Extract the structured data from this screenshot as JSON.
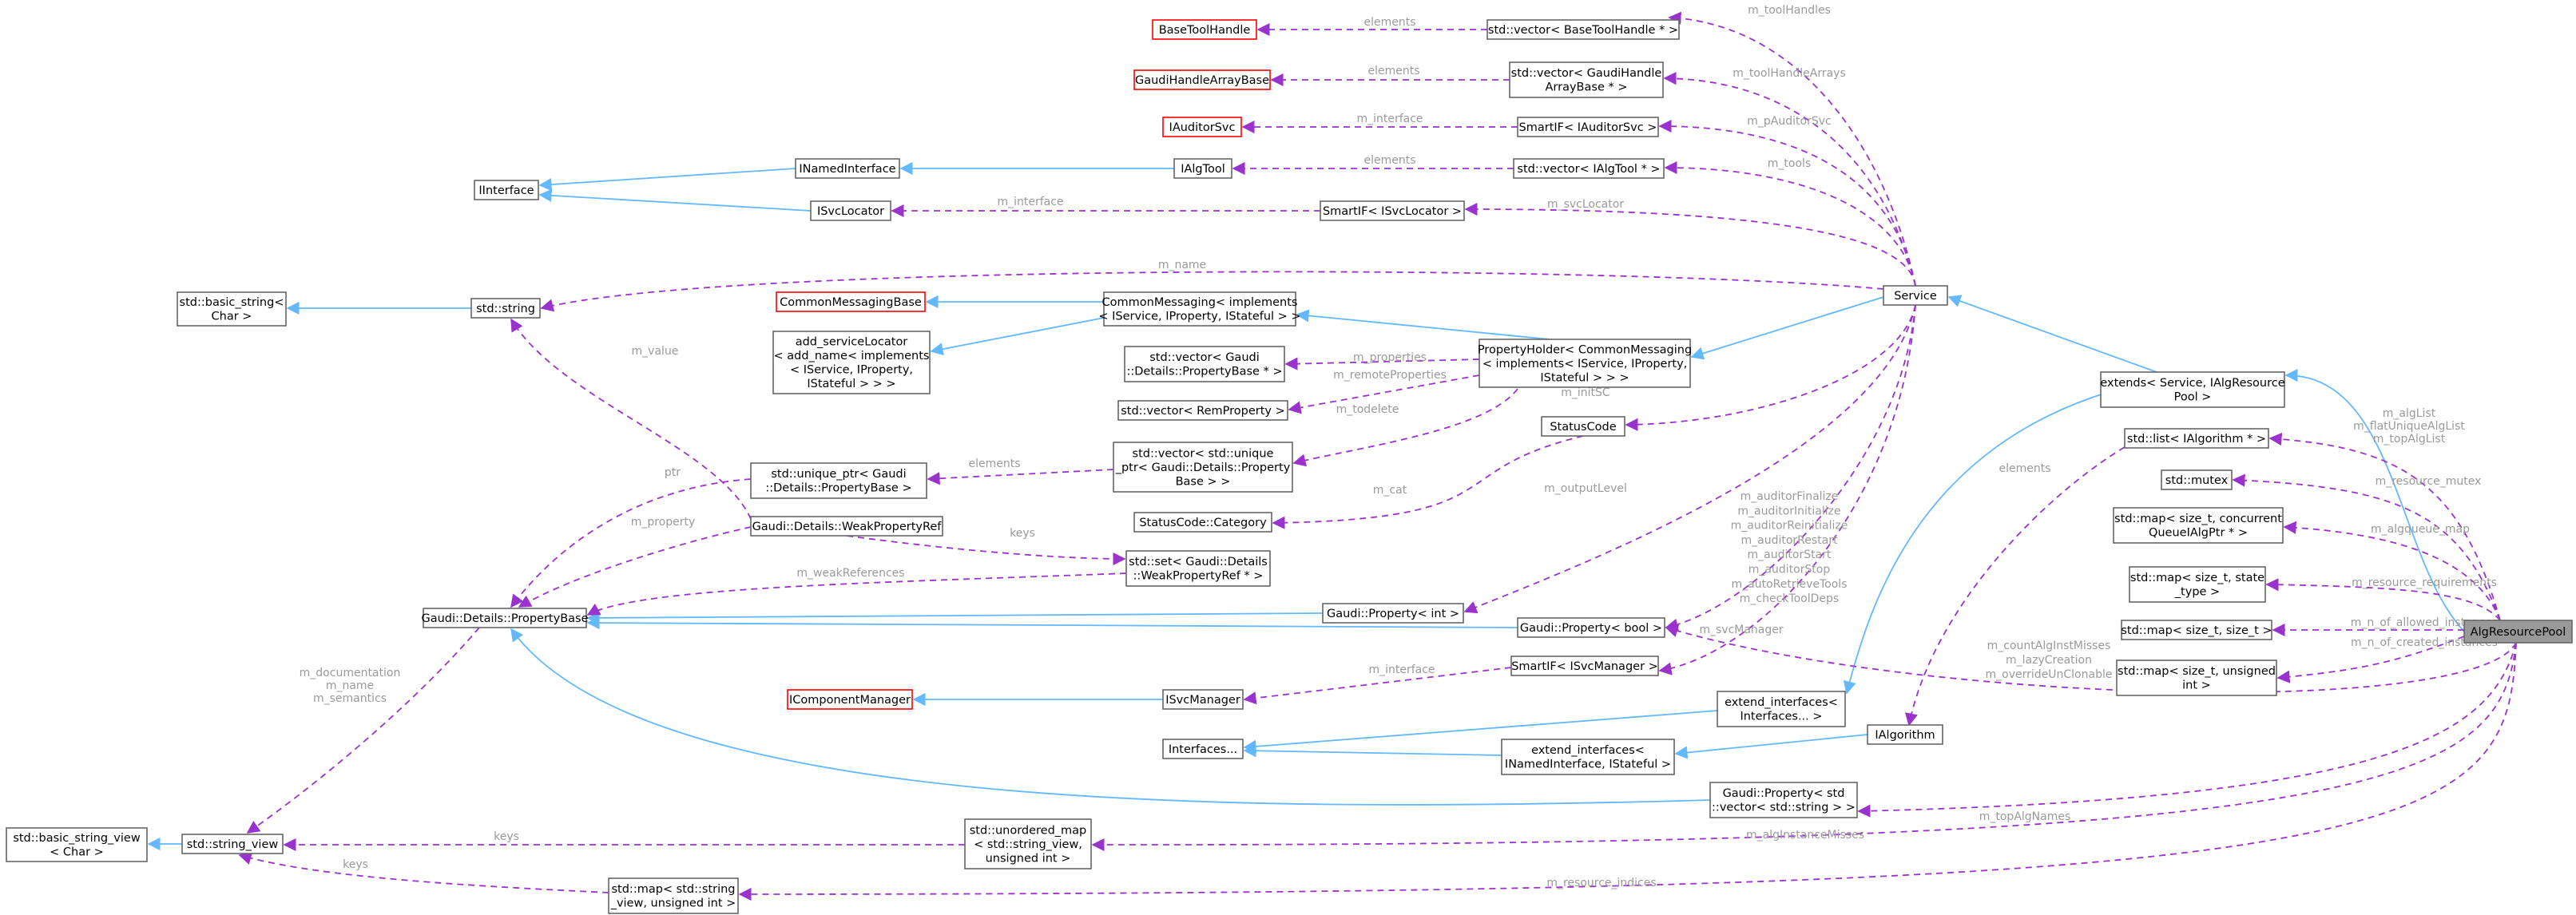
{
  "diagram": {
    "nodes": [
      {
        "id": "AlgResourcePool",
        "lines": [
          "AlgResourcePool"
        ],
        "style": "gray",
        "interactable": false
      },
      {
        "id": "extends",
        "lines": [
          "extends< Service, IAlgResource",
          "Pool >"
        ],
        "style": "normal"
      },
      {
        "id": "Service",
        "lines": [
          "Service"
        ],
        "style": "normal"
      },
      {
        "id": "CommonMessaging",
        "lines": [
          "CommonMessaging< implements",
          "< IService, IProperty, IStateful > >"
        ],
        "style": "normal"
      },
      {
        "id": "CommonMessagingBase",
        "lines": [
          "CommonMessagingBase"
        ],
        "style": "red"
      },
      {
        "id": "add_serviceLocator",
        "lines": [
          "add_serviceLocator",
          "< add_name< implements",
          "< IService, IProperty,",
          "IStateful > > >"
        ],
        "style": "normal"
      },
      {
        "id": "PropertyHolder",
        "lines": [
          "PropertyHolder< CommonMessaging",
          "< implements< IService, IProperty,",
          "IStateful > > >"
        ],
        "style": "normal"
      },
      {
        "id": "vecToolHandle",
        "lines": [
          "std::vector< BaseToolHandle * >"
        ],
        "style": "normal"
      },
      {
        "id": "BaseToolHandle",
        "lines": [
          "BaseToolHandle"
        ],
        "style": "red"
      },
      {
        "id": "vecGaudiHandleArray",
        "lines": [
          "std::vector< GaudiHandle",
          "ArrayBase * >"
        ],
        "style": "normal"
      },
      {
        "id": "GaudiHandleArrayBase",
        "lines": [
          "GaudiHandleArrayBase"
        ],
        "style": "red"
      },
      {
        "id": "SmartIFAuditor",
        "lines": [
          "SmartIF< IAuditorSvc >"
        ],
        "style": "normal"
      },
      {
        "id": "IAuditorSvc",
        "lines": [
          "IAuditorSvc"
        ],
        "style": "red"
      },
      {
        "id": "vecAlgTool",
        "lines": [
          "std::vector< IAlgTool * >"
        ],
        "style": "normal"
      },
      {
        "id": "IAlgTool",
        "lines": [
          "IAlgTool"
        ],
        "style": "normal"
      },
      {
        "id": "INamedInterface",
        "lines": [
          "INamedInterface"
        ],
        "style": "normal"
      },
      {
        "id": "IInterface",
        "lines": [
          "IInterface"
        ],
        "style": "normal"
      },
      {
        "id": "ISvcLocator",
        "lines": [
          "ISvcLocator"
        ],
        "style": "normal"
      },
      {
        "id": "SmartIFSvcLocator",
        "lines": [
          "SmartIF< ISvcLocator >"
        ],
        "style": "normal"
      },
      {
        "id": "stdstring",
        "lines": [
          "std::string"
        ],
        "style": "normal"
      },
      {
        "id": "basicstring",
        "lines": [
          "std::basic_string<",
          "Char >"
        ],
        "style": "normal"
      },
      {
        "id": "vecPropBase",
        "lines": [
          "std::vector< Gaudi",
          "::Details::PropertyBase * >"
        ],
        "style": "normal"
      },
      {
        "id": "vecRemProperty",
        "lines": [
          "std::vector< RemProperty >"
        ],
        "style": "normal"
      },
      {
        "id": "vecUniquePtr",
        "lines": [
          "std::vector< std::unique",
          "_ptr< Gaudi::Details::Property",
          "Base > >"
        ],
        "style": "normal"
      },
      {
        "id": "uniquePtr",
        "lines": [
          "std::unique_ptr< Gaudi",
          "::Details::PropertyBase >"
        ],
        "style": "normal"
      },
      {
        "id": "WeakPropertyRef",
        "lines": [
          "Gaudi::Details::WeakPropertyRef"
        ],
        "style": "normal"
      },
      {
        "id": "setWeak",
        "lines": [
          "std::set< Gaudi::Details",
          "::WeakPropertyRef * >"
        ],
        "style": "normal"
      },
      {
        "id": "PropertyBase",
        "lines": [
          "Gaudi::Details::PropertyBase"
        ],
        "style": "normal"
      },
      {
        "id": "StatusCode",
        "lines": [
          "StatusCode"
        ],
        "style": "normal"
      },
      {
        "id": "StatusCodeCategory",
        "lines": [
          "StatusCode::Category"
        ],
        "style": "normal"
      },
      {
        "id": "PropertyInt",
        "lines": [
          "Gaudi::Property< int >"
        ],
        "style": "normal"
      },
      {
        "id": "PropertyBool",
        "lines": [
          "Gaudi::Property< bool >"
        ],
        "style": "normal"
      },
      {
        "id": "SmartIFSvcManager",
        "lines": [
          "SmartIF< ISvcManager >"
        ],
        "style": "normal"
      },
      {
        "id": "ISvcManager",
        "lines": [
          "ISvcManager"
        ],
        "style": "normal"
      },
      {
        "id": "IComponentManager",
        "lines": [
          "IComponentManager"
        ],
        "style": "red"
      },
      {
        "id": "extendInterfaces",
        "lines": [
          "extend_interfaces<",
          "Interfaces... >"
        ],
        "style": "normal"
      },
      {
        "id": "Interfaces",
        "lines": [
          "Interfaces..."
        ],
        "style": "normal"
      },
      {
        "id": "extendINamed",
        "lines": [
          "extend_interfaces<",
          "INamedInterface, IStateful >"
        ],
        "style": "normal"
      },
      {
        "id": "IAlgorithm",
        "lines": [
          "IAlgorithm"
        ],
        "style": "normal"
      },
      {
        "id": "PropertyVecString",
        "lines": [
          "Gaudi::Property< std",
          "::vector< std::string > >"
        ],
        "style": "normal"
      },
      {
        "id": "stringView",
        "lines": [
          "std::string_view"
        ],
        "style": "normal"
      },
      {
        "id": "basicStringView",
        "lines": [
          "std::basic_string_view",
          "< Char >"
        ],
        "style": "normal"
      },
      {
        "id": "unorderedMap",
        "lines": [
          "std::unordered_map",
          "< std::string_view,",
          "unsigned int >"
        ],
        "style": "normal"
      },
      {
        "id": "mapStringView",
        "lines": [
          "std::map< std::string",
          "_view, unsigned int >"
        ],
        "style": "normal"
      },
      {
        "id": "listIAlgorithm",
        "lines": [
          "std::list< IAlgorithm * >"
        ],
        "style": "normal"
      },
      {
        "id": "mutex",
        "lines": [
          "std::mutex"
        ],
        "style": "normal"
      },
      {
        "id": "mapConcurrentQueue",
        "lines": [
          "std::map< size_t, concurrent",
          "QueueIAlgPtr * >"
        ],
        "style": "normal"
      },
      {
        "id": "mapStateType",
        "lines": [
          "std::map< size_t, state",
          "_type >"
        ],
        "style": "normal"
      },
      {
        "id": "mapSizeSize",
        "lines": [
          "std::map< size_t, size_t >"
        ],
        "style": "normal"
      },
      {
        "id": "mapUnsigned",
        "lines": [
          "std::map< size_t, unsigned",
          "int >"
        ],
        "style": "normal"
      }
    ],
    "edge_labels": {
      "elements": "elements",
      "m_interface": "m_interface",
      "m_toolHandles": "m_toolHandles",
      "m_toolHandleArrays": "m_toolHandleArrays",
      "m_pAuditorSvc": "m_pAuditorSvc",
      "m_tools": "m_tools",
      "m_svcLocator": "m_svcLocator",
      "m_name": "m_name",
      "m_value": "m_value",
      "m_properties": "m_properties",
      "m_remoteProperties": "m_remoteProperties",
      "m_todelete": "m_todelete",
      "m_initSC": "m_initSC",
      "ptr": "ptr",
      "m_property": "m_property",
      "keys": "keys",
      "m_weakReferences": "m_weakReferences",
      "m_cat": "m_cat",
      "m_outputLevel": "m_outputLevel",
      "bool_members": [
        "m_auditorFinalize",
        "m_auditorInitialize",
        "m_auditorReinitialize",
        "m_auditorRestart",
        "m_auditorStart",
        "m_auditorStop",
        "m_autoRetrieveTools",
        "m_checkToolDeps"
      ],
      "m_svcManager": "m_svcManager",
      "pool_bool_members": [
        "m_countAlgInstMisses",
        "m_lazyCreation",
        "m_overrideUnClonable"
      ],
      "pool_alglist": [
        "m_algList",
        "m_flatUniqueAlgList",
        "m_topAlgList"
      ],
      "m_resource_mutex": "m_resource_mutex",
      "m_algqueue_map": "m_algqueue_map",
      "m_resource_requirements": "m_resource_requirements",
      "m_n_of_allowed_instances": "m_n_of_allowed_instances",
      "m_n_of_created_instances": "m_n_of_created_instances",
      "m_topAlgNames": "m_topAlgNames",
      "m_algInstanceMisses": "m_algInstanceMisses",
      "m_resource_indices": "m_resource_indices",
      "sv_members": [
        "m_documentation",
        "m_name",
        "m_semantics"
      ]
    }
  }
}
